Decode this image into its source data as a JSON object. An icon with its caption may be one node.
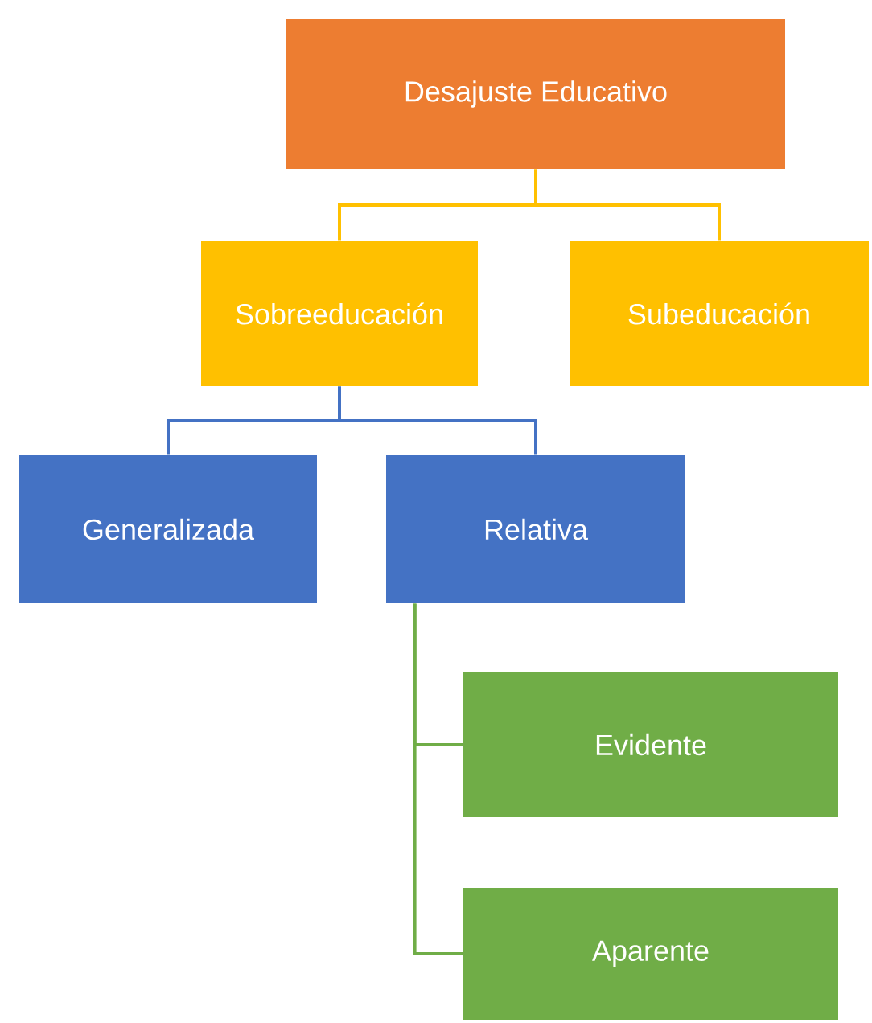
{
  "diagram": {
    "nodes": [
      {
        "text": [
          "Desajuste Educativo"
        ]
      },
      {
        "text": [
          "Sobreeducación"
        ]
      },
      {
        "text": [
          "Subeducación"
        ]
      },
      {
        "text": [
          "Generalizada"
        ]
      },
      {
        "text": [
          "Relativa"
        ]
      },
      {
        "text": [
          "Evidente"
        ]
      },
      {
        "text": [
          "Aparente"
        ]
      }
    ],
    "edges": [
      {
        "from": 0,
        "to": 1,
        "arrow": "none",
        "color": "#ffc000"
      },
      {
        "from": 0,
        "to": 2,
        "arrow": "none",
        "color": "#ffc000"
      },
      {
        "from": 1,
        "to": 3,
        "arrow": "none",
        "color": "#4472c4"
      },
      {
        "from": 1,
        "to": 4,
        "arrow": "none",
        "color": "#4472c4"
      },
      {
        "from": 4,
        "to": 5,
        "arrow": "none",
        "color": "#70ad47"
      },
      {
        "from": 4,
        "to": 6,
        "arrow": "none",
        "color": "#70ad47"
      }
    ]
  }
}
